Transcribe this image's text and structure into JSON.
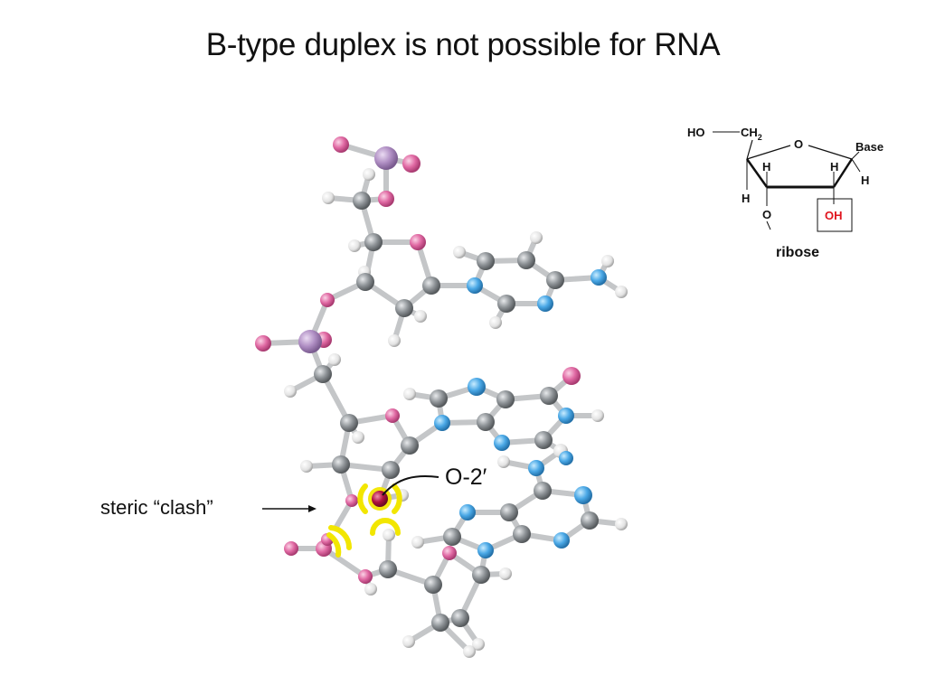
{
  "title": "B-type duplex is not possible for RNA",
  "annotations": {
    "steric_clash": "steric “clash”",
    "o2_label": "O-2′"
  },
  "ribose": {
    "ho": "HO",
    "ch2": "CH",
    "ch2_sub": "2",
    "ring_o": "O",
    "base": "Base",
    "h_left_upper": "H",
    "h_right_upper": "H",
    "h_right_lower": "H",
    "h_left_lower": "H",
    "o3": "O",
    "oh": "OH",
    "caption": "ribose"
  },
  "colors": {
    "carbon": "#8f9498",
    "hydrogen": "#e6e6e6",
    "oxygen": "#e069a3",
    "nitrogen": "#4aa8e6",
    "phosphorus": "#b08fc4",
    "highlight": "#f2e600",
    "o2_atom": "#b0123f",
    "oh_red": "#e0141e"
  }
}
